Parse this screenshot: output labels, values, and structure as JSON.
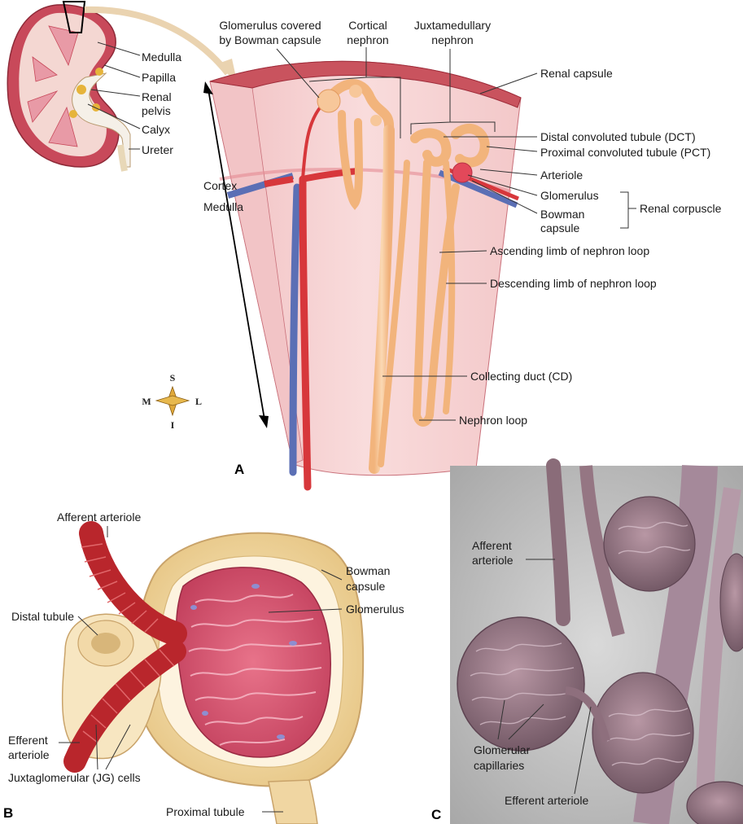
{
  "panel_a": {
    "letter": "A",
    "labels": {
      "medulla_small": "Medulla",
      "papilla": "Papilla",
      "renal_pelvis_1": "Renal",
      "renal_pelvis_2": "pelvis",
      "calyx": "Calyx",
      "ureter": "Ureter",
      "glom_bowman_1": "Glomerulus covered",
      "glom_bowman_2": "by Bowman capsule",
      "cortical_1": "Cortical",
      "cortical_2": "nephron",
      "juxta_1": "Juxtamedullary",
      "juxta_2": "nephron",
      "renal_capsule": "Renal capsule",
      "dct": "Distal convoluted tubule (DCT)",
      "pct": "Proximal convoluted tubule (PCT)",
      "arteriole": "Arteriole",
      "glomerulus": "Glomerulus",
      "bowman_1": "Bowman",
      "bowman_2": "capsule",
      "renal_corpuscle": "Renal corpuscle",
      "ascending": "Ascending limb of nephron loop",
      "descending": "Descending limb of nephron loop",
      "collecting": "Collecting duct (CD)",
      "loop": "Nephron loop",
      "cortex": "Cortex",
      "medulla": "Medulla"
    },
    "compass": {
      "n": "S",
      "s": "I",
      "w": "M",
      "e": "L"
    }
  },
  "panel_b": {
    "letter": "B",
    "labels": {
      "afferent": "Afferent arteriole",
      "bowman_1": "Bowman",
      "bowman_2": "capsule",
      "glomerulus": "Glomerulus",
      "distal": "Distal tubule",
      "efferent_1": "Efferent",
      "efferent_2": "arteriole",
      "jg": "Juxtaglomerular (JG) cells",
      "proximal": "Proximal tubule"
    }
  },
  "panel_c": {
    "letter": "C",
    "labels": {
      "afferent_1": "Afferent",
      "afferent_2": "arteriole",
      "glom_cap_1": "Glomerular",
      "glom_cap_2": "capillaries",
      "efferent": "Efferent arteriole"
    }
  },
  "colors": {
    "tissue": "#f6cfcf",
    "tissue_edge": "#c9707a",
    "capsule": "#c0404e",
    "tubule": "#f6c493",
    "artery": "#d7373b",
    "vein": "#5b6fb5",
    "capillary": "#c94a68",
    "capsule_b": "#f0d6a2",
    "sem_bg": "#c8c8c8",
    "sem_tissue": "#9b7f8a"
  }
}
